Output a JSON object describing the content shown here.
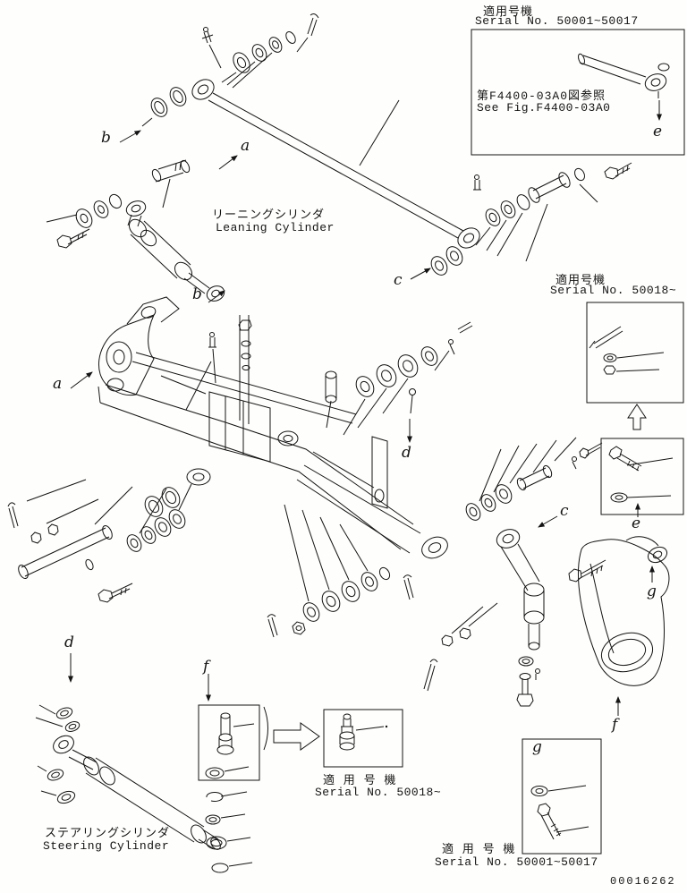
{
  "figure": {
    "part_number": "00016262"
  },
  "labels": {
    "leaning_cylinder_jp": "リーニングシリンダ",
    "leaning_cylinder_en": "Leaning Cylinder",
    "steering_cylinder_jp": "ステアリングシリンダ",
    "steering_cylinder_en": "Steering Cylinder"
  },
  "notes": {
    "top_right": {
      "jp": "適用号機",
      "en": "Serial No. 50001~50017"
    },
    "ref_fig": {
      "jp": "第F4400-03A0図参照",
      "en": "See Fig.F4400-03A0"
    },
    "mid_right": {
      "jp": "適用号機",
      "en": "Serial No. 50018~"
    },
    "bottom_mid": {
      "jp": "適 用 号 機",
      "en": "Serial No. 50018~"
    },
    "bottom_right": {
      "jp": "適 用 号 機",
      "en": "Serial No. 50001~50017"
    }
  },
  "callouts": [
    {
      "label": "b"
    },
    {
      "label": "a"
    },
    {
      "label": "c"
    },
    {
      "label": "b"
    },
    {
      "label": "a"
    },
    {
      "label": "d"
    },
    {
      "label": "c"
    },
    {
      "label": "e"
    },
    {
      "label": "g"
    },
    {
      "label": "d"
    },
    {
      "label": "f"
    },
    {
      "label": "f"
    },
    {
      "label": "e"
    },
    {
      "label": "g"
    }
  ]
}
